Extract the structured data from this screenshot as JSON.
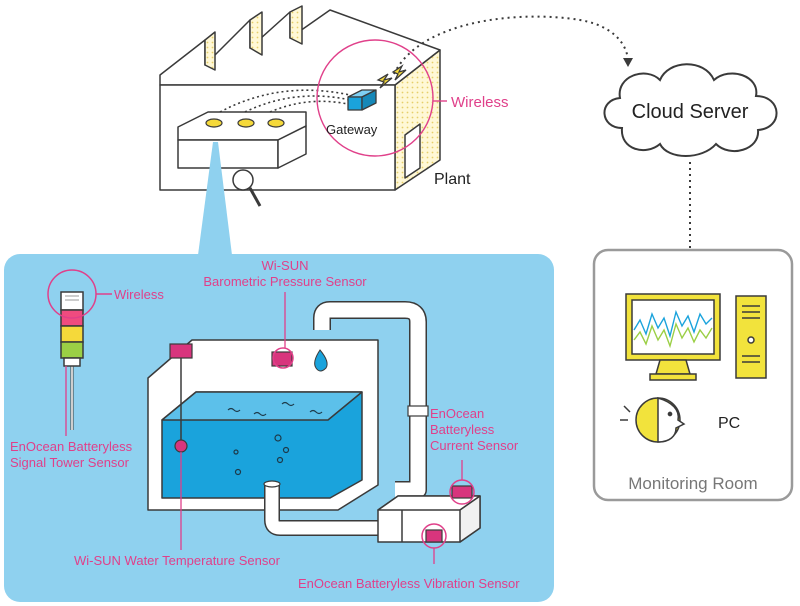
{
  "plant": {
    "label": "Plant",
    "gateway_label": "Gateway",
    "wireless_label": "Wireless"
  },
  "cloud": {
    "label": "Cloud Server"
  },
  "monitoring": {
    "pc_label": "PC",
    "room_label": "Monitoring Room"
  },
  "detail": {
    "wireless_label": "Wireless",
    "barometric_line1": "Wi-SUN",
    "barometric_line2": "Barometric Pressure Sensor",
    "signal_line1": "EnOcean Batteryless",
    "signal_line2": "Signal Tower Sensor",
    "current_line1": "EnOcean",
    "current_line2": "Batteryless",
    "current_line3": "Current Sensor",
    "water_temp": "Wi-SUN Water Temperature Sensor",
    "vibration": "EnOcean Batteryless Vibration Sensor"
  },
  "colors": {
    "panel": "#8fd1ef",
    "water": "#1aa3dc",
    "magenta": "#e0408a",
    "sensor": "#d8357d",
    "monitor_frame": "#f2e33c",
    "outline": "#3a3a3a"
  }
}
